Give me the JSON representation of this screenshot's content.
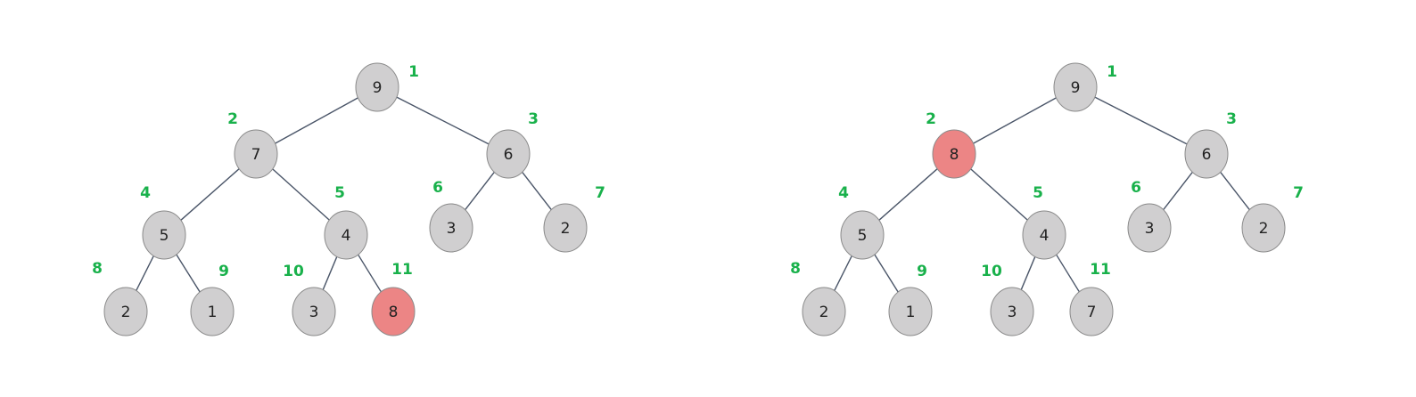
{
  "colors": {
    "node_fill": "#d0cfd0",
    "highlight_fill": "#ec8585",
    "index_label": "#19b14b",
    "edge": "#4a5568"
  },
  "trees": [
    {
      "nodes": [
        {
          "index": "1",
          "value": "9",
          "highlight": false
        },
        {
          "index": "2",
          "value": "7",
          "highlight": false
        },
        {
          "index": "3",
          "value": "6",
          "highlight": false
        },
        {
          "index": "4",
          "value": "5",
          "highlight": false
        },
        {
          "index": "5",
          "value": "4",
          "highlight": false
        },
        {
          "index": "6",
          "value": "3",
          "highlight": false
        },
        {
          "index": "7",
          "value": "2",
          "highlight": false
        },
        {
          "index": "8",
          "value": "2",
          "highlight": false
        },
        {
          "index": "9",
          "value": "1",
          "highlight": false
        },
        {
          "index": "10",
          "value": "3",
          "highlight": false
        },
        {
          "index": "11",
          "value": "8",
          "highlight": true
        }
      ]
    },
    {
      "nodes": [
        {
          "index": "1",
          "value": "9",
          "highlight": false
        },
        {
          "index": "2",
          "value": "8",
          "highlight": true
        },
        {
          "index": "3",
          "value": "6",
          "highlight": false
        },
        {
          "index": "4",
          "value": "5",
          "highlight": false
        },
        {
          "index": "5",
          "value": "4",
          "highlight": false
        },
        {
          "index": "6",
          "value": "3",
          "highlight": false
        },
        {
          "index": "7",
          "value": "2",
          "highlight": false
        },
        {
          "index": "8",
          "value": "2",
          "highlight": false
        },
        {
          "index": "9",
          "value": "1",
          "highlight": false
        },
        {
          "index": "10",
          "value": "3",
          "highlight": false
        },
        {
          "index": "11",
          "value": "7",
          "highlight": false
        }
      ]
    }
  ]
}
